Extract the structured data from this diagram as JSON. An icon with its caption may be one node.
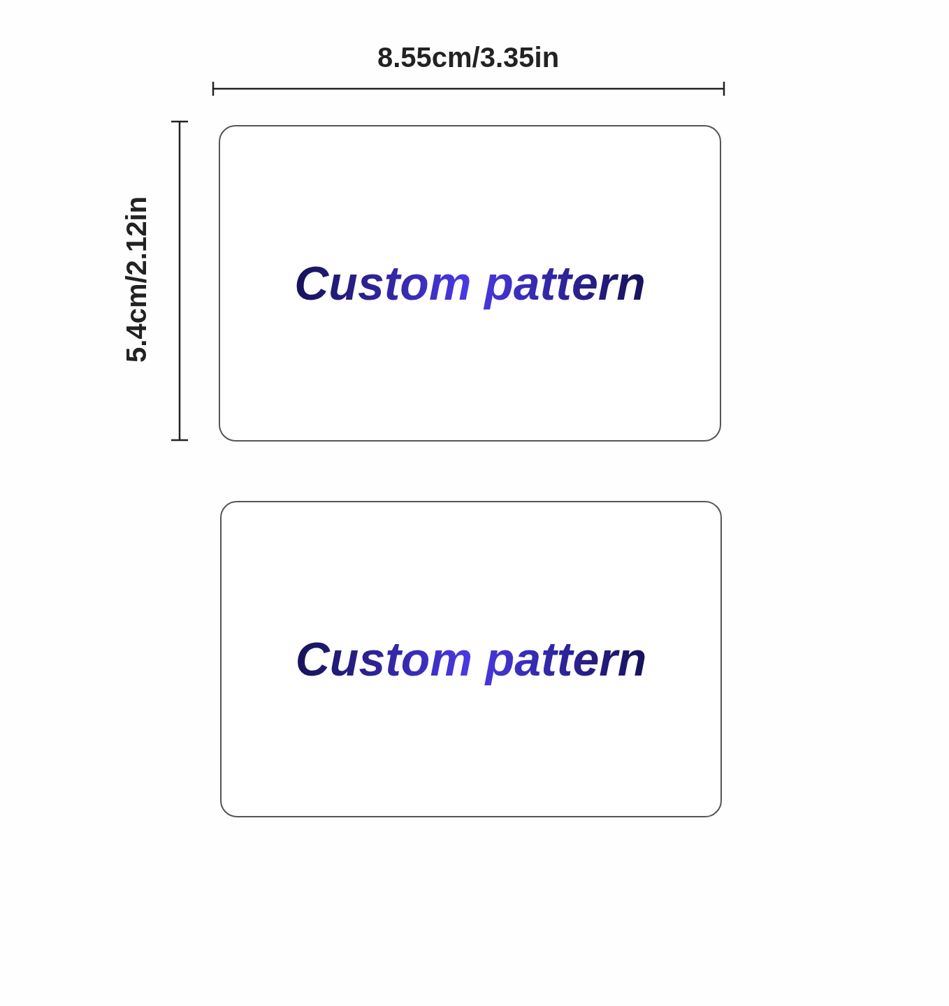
{
  "diagram": {
    "nodes": [
      {
        "text": [
          "Custom pattern"
        ]
      },
      {
        "text": [
          "Custom pattern"
        ]
      }
    ],
    "labels": [
      "8.55cm/3.35in",
      "5.4cm/2.12in"
    ]
  }
}
